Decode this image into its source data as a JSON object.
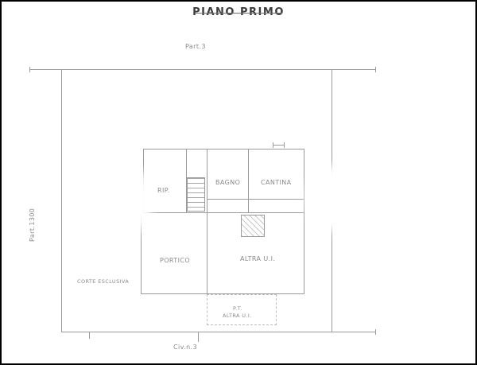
{
  "title": {
    "text": "PIANO PRIMO"
  },
  "boundary": {
    "top_label": "Part.3",
    "left_label": "Part.1300",
    "bottom_label": "Civ.n.3"
  },
  "areas": {
    "court": "CORTE ESCLUSIVA"
  },
  "rooms": {
    "rip": "RIP.",
    "bagno": "BAGNO",
    "cantina": "CANTINA",
    "portico": "PORTICO",
    "altra_ui": "ALTRA U.I.",
    "altra_ui_bottom_floor": "P.T.",
    "altra_ui_bottom": "ALTRA U.I."
  },
  "colors": {
    "line": "#9b9b9b",
    "text": "#8a8a8a",
    "title": "#3d3d3d",
    "background": "#ffffff"
  }
}
